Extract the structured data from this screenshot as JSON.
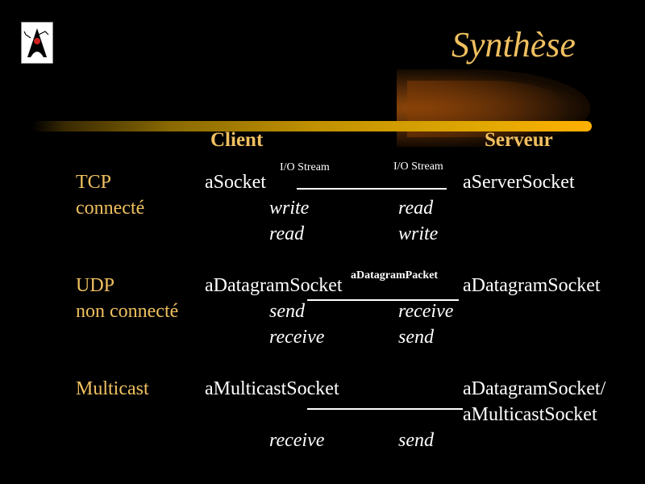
{
  "title": "Synthèse",
  "headers": {
    "client": "Client",
    "serveur": "Serveur"
  },
  "tcp": {
    "label1": "TCP",
    "label2": "connecté",
    "client": "aSocket",
    "server": "aServerSocket",
    "stream_left": "I/O Stream",
    "stream_right": "I/O Stream",
    "client_ops": [
      "write",
      "read"
    ],
    "server_ops": [
      "read",
      "write"
    ]
  },
  "udp": {
    "label1": "UDP",
    "label2": "non connecté",
    "client": "aDatagramSocket",
    "server": "aDatagramSocket",
    "packet": "aDatagramPacket",
    "client_ops": [
      "send",
      "receive"
    ],
    "server_ops": [
      "receive",
      "send"
    ]
  },
  "multicast": {
    "label1": "Multicast",
    "client": "aMulticastSocket",
    "server1": "aDatagramSocket/",
    "server2": "aMulticastSocket",
    "client_op": "receive",
    "server_op": "send"
  },
  "colors": {
    "accent": "#f0c060",
    "background": "#000000"
  },
  "icons": {
    "logo": "java-duke-logo-icon"
  }
}
